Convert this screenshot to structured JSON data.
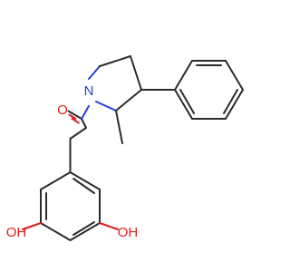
{
  "figure": {
    "atoms": {
      "oxygen_carbonyl": "O",
      "nitrogen": "N",
      "hydroxyl_left": "OH",
      "hydroxyl_right": "OH"
    },
    "colors": {
      "carbon_bonds": "#2b2b2b",
      "oxygen": "#e11d1d",
      "nitrogen": "#2340d6",
      "background": "#ffffff"
    }
  }
}
